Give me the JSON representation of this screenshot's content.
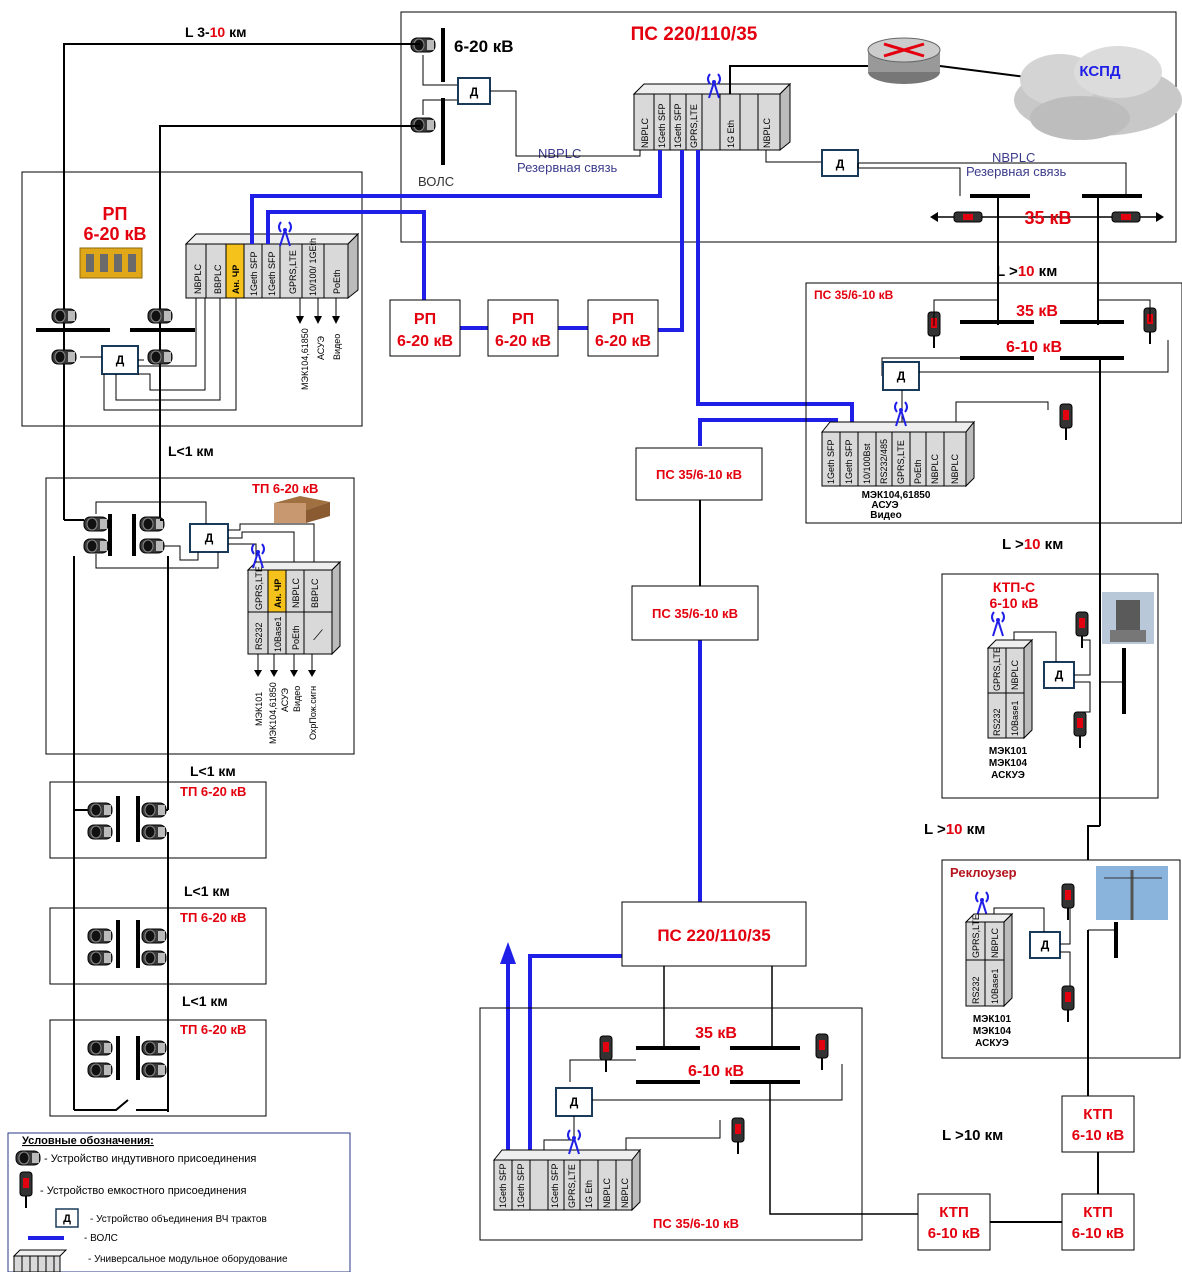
{
  "colors": {
    "fiber": "#1f1fe8",
    "red": "#e3000f",
    "wire": "#000000",
    "module": "#d9d9d9",
    "highlight": "#f5c21b",
    "dev_border": "#1a3a5a"
  },
  "header": {
    "l_label_pre": "L 3-",
    "l_label_num": "10",
    "l_label_unit": " км"
  },
  "main_ps": {
    "title": "ПС 220/110/35",
    "bus_620": "6-20 кВ",
    "bus_35": "35 кВ",
    "volc": "ВОЛС",
    "nbplc": "NBPLC",
    "reserve": "Резервная связь",
    "nbplc2": "NBPLC",
    "reserve2": "Резервная связь",
    "kspd": "КСПД"
  },
  "rack_main": [
    "NBPLC",
    "1Geth SFP",
    "1Geth SFP",
    "GPRS,LTE",
    "1G Eth",
    "NBPLC"
  ],
  "rp": {
    "title1": "РП",
    "title2": "6-20 кВ",
    "rack": [
      "NBPLC",
      "BBPLC",
      "Ан. ЧР",
      "1Geth SFP",
      "1Geth SFP",
      "GPRS,LTE",
      "10/100/ 1GEth",
      "PoEth"
    ],
    "outputs": "МЭК104,61850",
    "asuz": "АСУЭ",
    "video": "Видео"
  },
  "rp_chain": [
    {
      "l1": "РП",
      "l2": "6-20 кВ"
    },
    {
      "l1": "РП",
      "l2": "6-20 кВ"
    },
    {
      "l1": "РП",
      "l2": "6-20 кВ"
    }
  ],
  "distances": {
    "l1": "L<1 км",
    "l2": "L<1 км",
    "l3": "L<1 км",
    "l4": "L<1 км",
    "g1_pre": "L >",
    "g1_num": "10",
    "g1_unit": " км",
    "g2_pre": "L >",
    "g2_num": "10",
    "g2_unit": " км",
    "g3_pre": "L >",
    "g3_num": "10",
    "g3_unit": " км",
    "g4": "L >10 км"
  },
  "tp_main": {
    "title": "ТП 6-20 кВ",
    "rack_top": [
      "GPRS,LTE",
      "Ан. ЧР",
      "NBPLC",
      "BBPLC"
    ],
    "rack_bot": [
      "RS232",
      "10Base1",
      "PoEth",
      "⟋"
    ],
    "out": [
      "МЭК101",
      "МЭК104,61850",
      "АСУЭ",
      "Видео",
      "ОхрПож.сигн"
    ]
  },
  "tp_list": [
    {
      "title": "ТП 6-20 кВ"
    },
    {
      "title": "ТП 6-20 кВ"
    },
    {
      "title": "ТП 6-20 кВ"
    }
  ],
  "ps_right": {
    "title": "ПС 35/6-10 кВ",
    "bus_35": "35 кВ",
    "bus_610": "6-10 кВ",
    "rack": [
      "1Geth SFP",
      "1Geth SFP",
      "10/100Bst",
      "RS232/485",
      "GPRS,LTE",
      "PoEth",
      "NBPLC",
      "NBPLC"
    ],
    "out1": "МЭК104,61850",
    "out2": "АСУЭ",
    "out3": "Видео"
  },
  "ps_mid": [
    {
      "title": "ПС 35/6-10 кВ"
    },
    {
      "title": "ПС 35/6-10 кВ"
    }
  ],
  "ktp_s": {
    "title1": "КТП-С",
    "title2": "6-10 кВ",
    "rack_top": [
      "GPRS,LTE",
      "NBPLC"
    ],
    "rack_bot": [
      "RS232",
      "10Base1"
    ],
    "out1": "МЭК101",
    "out2": "МЭК104",
    "out3": "АСКУЭ"
  },
  "recloser": {
    "title": "Реклоузер",
    "rack_top": [
      "GPRS,LTE",
      "NBPLC"
    ],
    "rack_bot": [
      "RS232",
      "10Base1"
    ],
    "out1": "МЭК101",
    "out2": "МЭК104",
    "out3": "АСКУЭ"
  },
  "ps_bottom": {
    "title": "ПС 220/110/35",
    "sub": "ПС 35/6-10 кВ",
    "bus_35": "35 кВ",
    "bus_610": "6-10 кВ",
    "rack": [
      "1Geth SFP",
      "1Geth SFP",
      "",
      "1Geth SFP",
      "GPRS,LTE",
      "1G Eth",
      "NBPLC",
      "NBPLC"
    ]
  },
  "ktp": [
    {
      "l1": "КТП",
      "l2": "6-10 кВ"
    },
    {
      "l1": "КТП",
      "l2": "6-10 кВ"
    },
    {
      "l1": "КТП",
      "l2": "6-10 кВ"
    }
  ],
  "device_d": "Д",
  "legend": {
    "title": "Условные обозначения:",
    "inductive": "- Устройство индутивного присоединения",
    "capacitive": "- Устройство емкостного присоединения",
    "d_label": "Д",
    "d_text": "- Устройство объединения ВЧ трактов",
    "volc": "- ВОЛС",
    "modular": "- Универсальное модульное оборудование"
  }
}
